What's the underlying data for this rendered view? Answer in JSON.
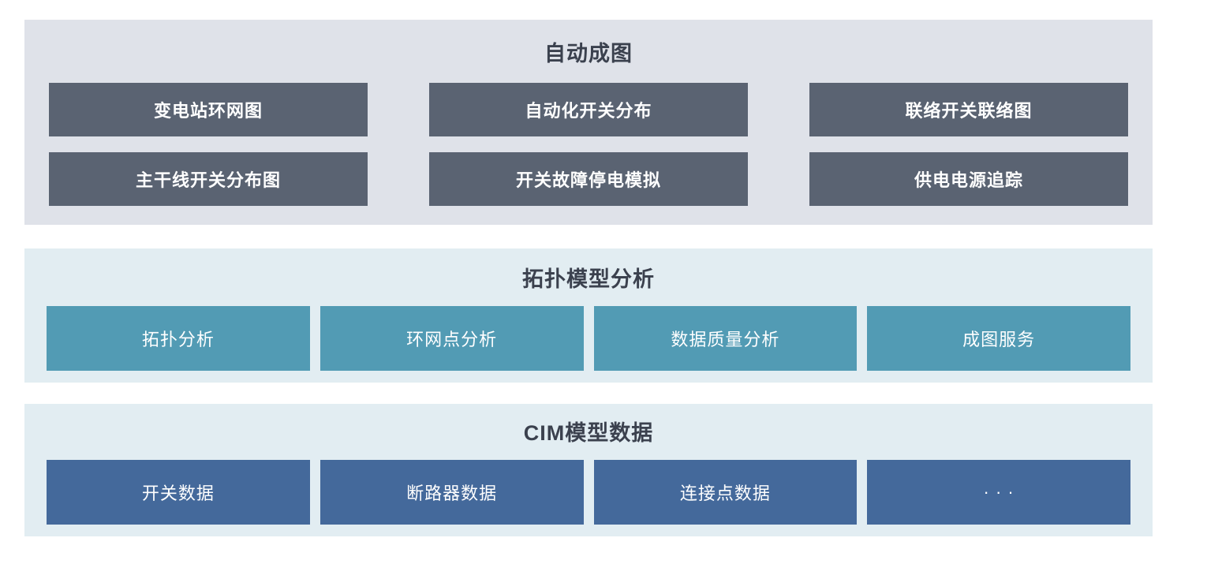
{
  "layers": {
    "auto_draw": {
      "title": "自动成图",
      "items": [
        "变电站环网图",
        "自动化开关分布",
        "联络开关联络图",
        "主干线开关分布图",
        "开关故障停电模拟",
        "供电电源追踪"
      ]
    },
    "topology": {
      "title": "拓扑模型分析",
      "items": [
        "拓扑分析",
        "环网点分析",
        "数据质量分析",
        "成图服务"
      ]
    },
    "cim": {
      "title": "CIM模型数据",
      "items": [
        "开关数据",
        "断路器数据",
        "连接点数据",
        "· · ·"
      ]
    }
  },
  "colors": {
    "auto_draw_layer_bg": "#dfe2e9",
    "auto_draw_box": "#5a6372",
    "analysis_layer_bg": "#e2edf2",
    "analysis_box": "#529bb4",
    "cim_layer_bg": "#e2edf2",
    "cim_box": "#44699b",
    "title_text": "#3b414e",
    "box_text": "#ffffff"
  }
}
